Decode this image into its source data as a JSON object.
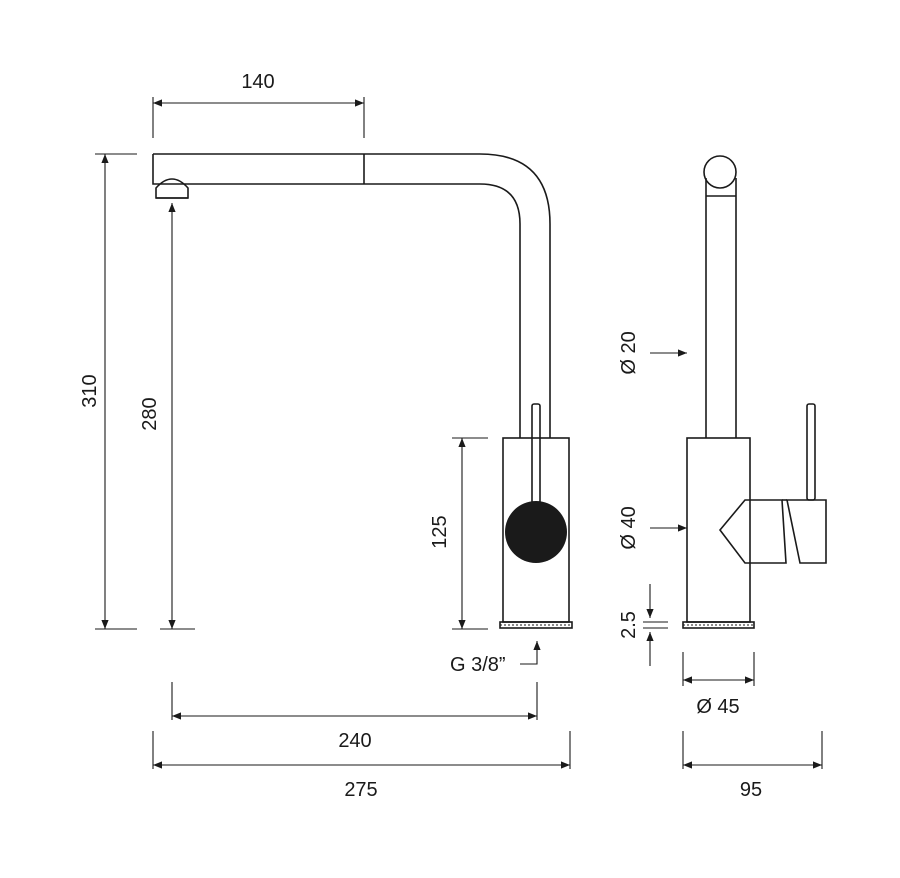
{
  "diagram": {
    "front_view": {
      "dim_spout_reach": "140",
      "dim_total_height": "310",
      "dim_spout_height": "280",
      "dim_body_height": "125",
      "dim_connection": "G 3/8”",
      "dim_reach_to_outlet": "240",
      "dim_total_width": "275"
    },
    "side_view": {
      "dim_spout_diameter": "Ø 20",
      "dim_body_diameter": "Ø 40",
      "dim_base_thickness": "2.5",
      "dim_base_diameter": "Ø 45",
      "dim_total_depth": "95"
    }
  }
}
